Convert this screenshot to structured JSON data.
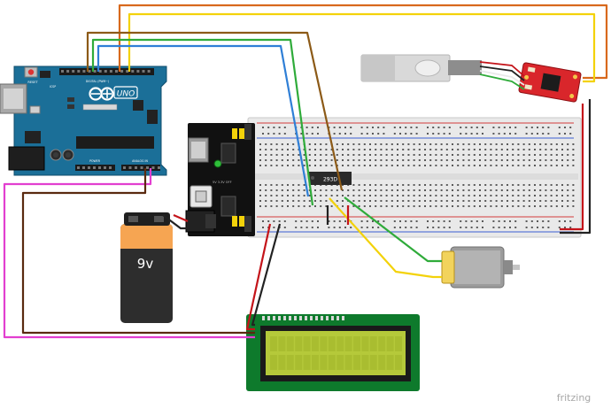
{
  "arduino": {
    "brand": "UNO",
    "reset_label": "RESET",
    "icsp_label": "ICSP",
    "digital_label": "DIGITAL (PWM~)",
    "analog_label": "ANALOG IN",
    "power_label": "POWER",
    "board_color": "#1b6f98"
  },
  "breadboard": {
    "chip_label": "293D"
  },
  "power_module": {
    "rail_label": "5V 3.3V OFF"
  },
  "battery": {
    "label": "9v",
    "cap_color": "#f6a552"
  },
  "lcd": {
    "screen_color": "#b5c93a"
  },
  "load_cell": {},
  "hx711": {
    "board_color": "#d9262b"
  },
  "motor": {},
  "watermark": {
    "text": "fritzing"
  },
  "wire_colors": {
    "orange": "#d8691d",
    "yellow": "#f3d20a",
    "brown": "#8c5a17",
    "green": "#2fab3a",
    "blue": "#2f7fd6",
    "magenta": "#e23fd0",
    "dark_brown": "#5a2a10",
    "red": "#c4141a",
    "black": "#222222"
  }
}
